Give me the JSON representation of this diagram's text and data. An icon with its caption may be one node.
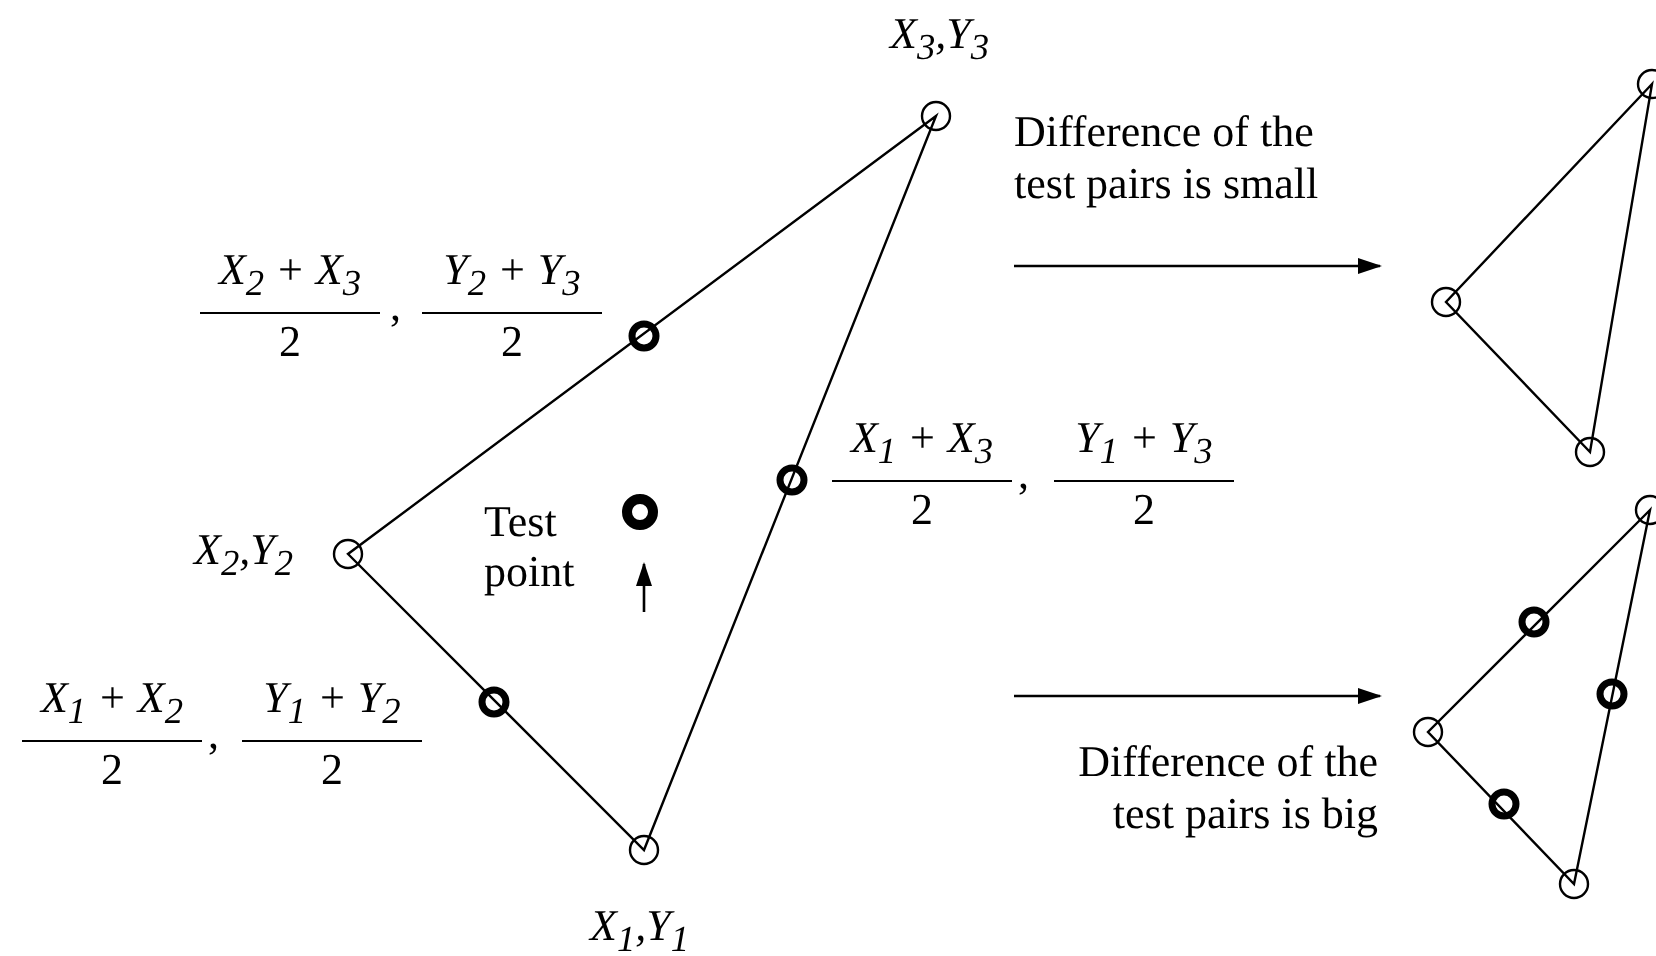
{
  "diagram": {
    "nodes": [
      {
        "text": [],
        "shape": "picture"
      },
      {
        "text": [],
        "shape": "picture"
      },
      {
        "text": [],
        "shape": "picture"
      }
    ],
    "edges": [
      {
        "from": null,
        "to": 1,
        "arrow": "to",
        "label": "Difference of the test pairs is small"
      },
      {
        "from": null,
        "to": 2,
        "arrow": "to",
        "label": "Difference of the test pairs is big"
      }
    ],
    "labels": [
      "X$_{3}$,Y$_{3}$",
      "X$_{2}$ + X$_{3}$",
      "2",
      ",",
      "Y$_{2}$ + Y$_{3}$",
      "2",
      "X$_{1}$ + X$_{3}$",
      "2",
      ",",
      "Y$_{1}$ + Y$_{3}$",
      "2",
      "X$_{2}$,Y$_{2}$",
      "Test point",
      "X$_{1}$ + X$_{2}$",
      "2",
      ",",
      "Y$_{1}$ + Y$_{2}$",
      "2",
      "X$_{1}$,Y$_{1}$"
    ]
  }
}
